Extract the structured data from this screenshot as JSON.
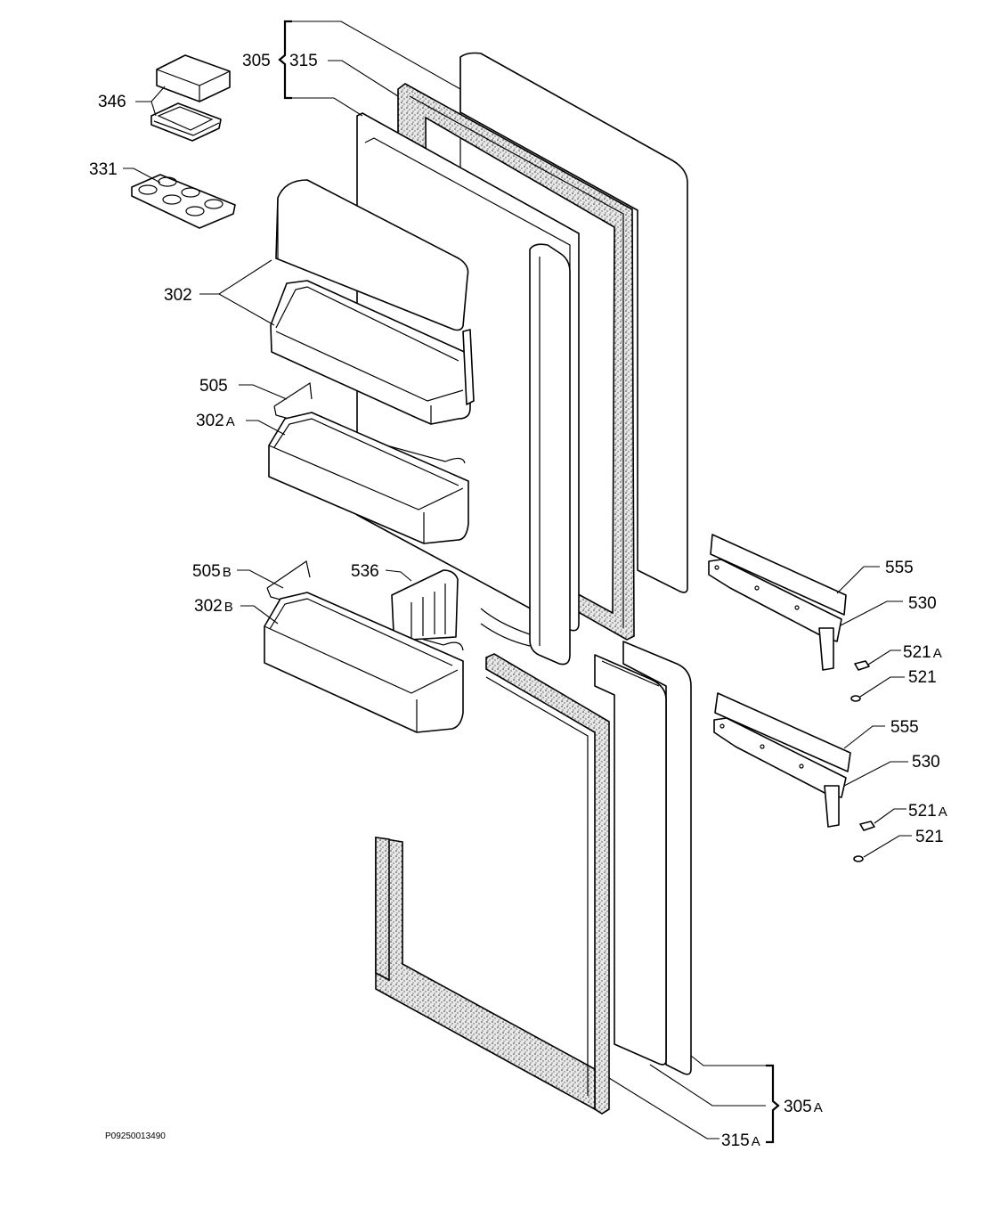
{
  "labels": {
    "l305": "305",
    "l315": "315",
    "l346": "346",
    "l331": "331",
    "l302": "302",
    "l505": "505",
    "l302a": "302",
    "l302a_sub": "A",
    "l505b": "505",
    "l505b_sub": "B",
    "l536": "536",
    "l302b": "302",
    "l302b_sub": "B",
    "l555_top": "555",
    "l530_top": "530",
    "l521a_top": "521",
    "l521a_top_sub": "A",
    "l521_top": "521",
    "l555_bot": "555",
    "l530_bot": "530",
    "l521a_bot": "521",
    "l521a_bot_sub": "A",
    "l521_bot": "521",
    "l305a": "305",
    "l305a_sub": "A",
    "l315a": "315",
    "l315a_sub": "A"
  },
  "drawing_code": "P09250013490"
}
